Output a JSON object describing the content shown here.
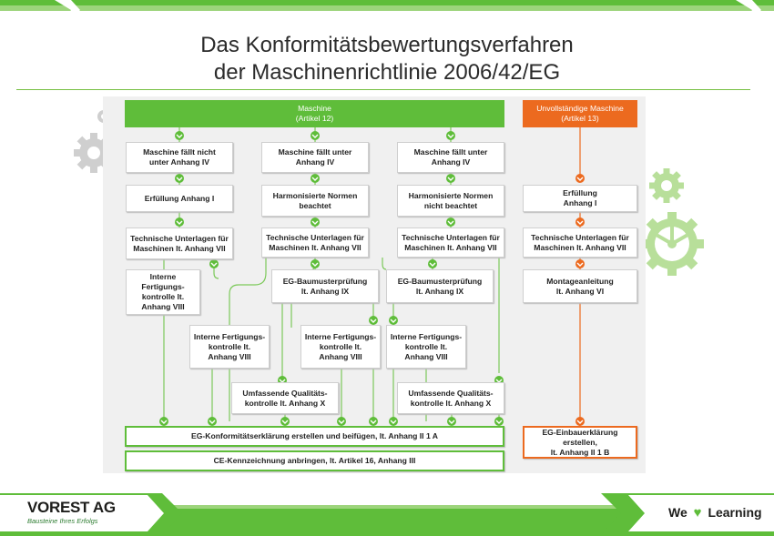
{
  "title": {
    "line1": "Das Konformitätsbewertungsverfahren",
    "line2": "der Maschinenrichtlinie 2006/42/EG"
  },
  "boxes": {
    "maschine": "Maschine\n(Artikel 12)",
    "unvollstaendig": "Unvollständige Maschine\n(Artikel 13)",
    "c1_faellt_nicht": "Maschine fällt nicht\nunter Anhang IV",
    "c2_faellt": "Maschine fällt unter\nAnhang IV",
    "c3_faellt": "Maschine fällt unter\nAnhang IV",
    "c1_erfuellung": "Erfüllung Anhang I",
    "c2_normen": "Harmonisierte Normen\nbeachtet",
    "c3_normen": "Harmonisierte Normen\nnicht beachtet",
    "c4_erfuellung": "Erfüllung\nAnhang I",
    "c1_tech": "Technische Unterlagen für\nMaschinen lt. Anhang VII",
    "c2_tech": "Technische Unterlagen für\nMaschinen lt. Anhang VII",
    "c3_tech": "Technische Unterlagen für\nMaschinen lt. Anhang VII",
    "c4_tech": "Technische Unterlagen für\nMaschinen lt. Anhang VII",
    "c1_interne": "Interne Fertigungs-\nkontrolle lt.\nAnhang VIII",
    "c2_eg_bau": "EG-Baumusterprüfung\nlt. Anhang IX",
    "c3_eg_bau": "EG-Baumusterprüfung\nlt. Anhang IX",
    "c4_montage": "Montageanleitung\nlt. Anhang VI",
    "c2a_interne": "Interne Fertigungs-\nkontrolle lt.\nAnhang VIII",
    "c2b_interne": "Interne Fertigungs-\nkontrolle lt.\nAnhang VIII",
    "c3a_interne": "Interne Fertigungs-\nkontrolle lt.\nAnhang VIII",
    "c2_umfassend": "Umfassende Qualitäts-\nkontrolle lt. Anhang X",
    "c3_umfassend": "Umfassende Qualitäts-\nkontrolle lt. Anhang X",
    "eg_konform": "EG-Konformitätserklärung erstellen und beifügen, lt. Anhang II 1 A",
    "ce_kenn": "CE-Kennzeichnung anbringen, lt. Artikel 16, Anhang III",
    "eg_einbau": "EG-Einbauerklärung erstellen,\nlt. Anhang II 1 B"
  },
  "footer": {
    "logo": "VOREST AG",
    "logo_sub": "Bausteine Ihres Erfolgs",
    "we": "We",
    "learning": "Learning"
  },
  "colors": {
    "green": "#5fbd3a",
    "orange": "#ec6a1f",
    "gear": "#c9c9c9",
    "gear_green": "#b8df9a"
  }
}
